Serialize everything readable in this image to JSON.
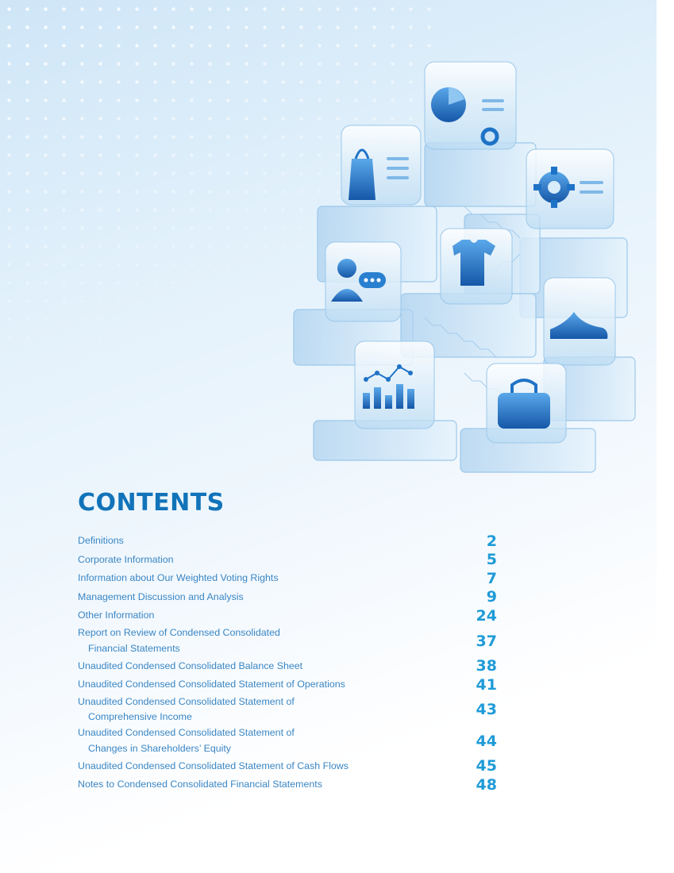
{
  "contents": {
    "title": "CONTENTS",
    "entries": [
      {
        "lines": [
          "Definitions"
        ],
        "page": "2"
      },
      {
        "lines": [
          "Corporate Information"
        ],
        "page": "5"
      },
      {
        "lines": [
          "Information about Our Weighted Voting Rights"
        ],
        "page": "7"
      },
      {
        "lines": [
          "Management Discussion and Analysis"
        ],
        "page": "9"
      },
      {
        "lines": [
          "Other Information"
        ],
        "page": "24"
      },
      {
        "lines": [
          "Report on Review of Condensed Consolidated",
          "Financial Statements"
        ],
        "page": "37"
      },
      {
        "lines": [
          "Unaudited Condensed Consolidated Balance Sheet"
        ],
        "page": "38"
      },
      {
        "lines": [
          "Unaudited Condensed Consolidated Statement of Operations"
        ],
        "page": "41"
      },
      {
        "lines": [
          "Unaudited Condensed Consolidated Statement of",
          "Comprehensive Income"
        ],
        "page": "43"
      },
      {
        "lines": [
          "Unaudited Condensed Consolidated Statement of",
          "Changes in Shareholders’ Equity"
        ],
        "page": "44"
      },
      {
        "lines": [
          "Unaudited Condensed Consolidated Statement of Cash Flows"
        ],
        "page": "45"
      },
      {
        "lines": [
          "Notes to Condensed Consolidated Financial Statements"
        ],
        "page": "48"
      }
    ]
  },
  "illustration": {
    "icons": [
      "pie-chart-icon",
      "shopping-bag-icon",
      "gear-icon",
      "user-chat-icon",
      "t-shirt-icon",
      "shoe-icon",
      "bar-chart-icon",
      "handbag-icon"
    ],
    "colors": {
      "icon_blue": "#1f73c6",
      "glass": "#d8ecfa",
      "title_blue": "#1273b9",
      "page_blue": "#1f9bd7",
      "text_blue": "#3a86c4"
    }
  }
}
